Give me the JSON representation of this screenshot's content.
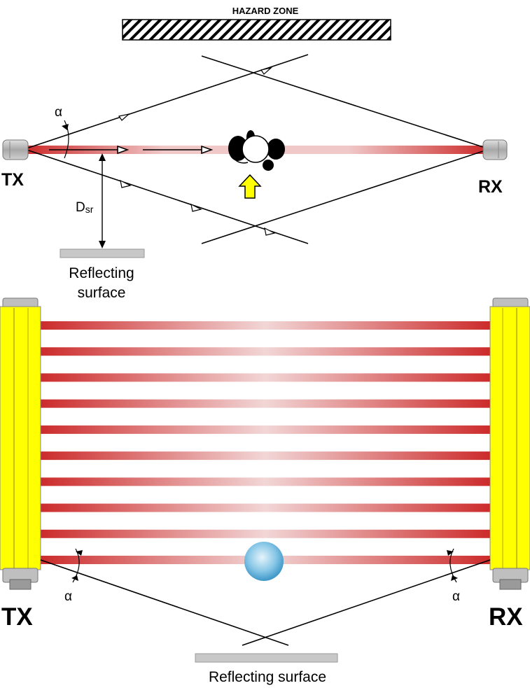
{
  "top_diagram": {
    "hazard_zone": "HAZARD ZONE",
    "angle_symbol": "α",
    "transmitter": "TX",
    "receiver": "RX",
    "distance_main": "D",
    "distance_sub": "sr",
    "reflector_line1": "Reflecting",
    "reflector_line2": "surface",
    "icons": {
      "person": "person-topview-icon",
      "approach_arrow": "arrow-up-icon"
    }
  },
  "bottom_diagram": {
    "transmitter": "TX",
    "receiver": "RX",
    "angle_left": "α",
    "angle_right": "α",
    "reflector_label": "Reflecting surface",
    "beam_count": 10,
    "icons": {
      "object": "sphere-object-icon"
    }
  },
  "colors": {
    "beam": "#cc2a2a",
    "beam_center": "#f2d6d6",
    "housing": "#ffff00",
    "hatch": "#000000",
    "reflector": "#c8c8c8",
    "arrow": "#ffff00",
    "sphere": "#5aaedc"
  }
}
